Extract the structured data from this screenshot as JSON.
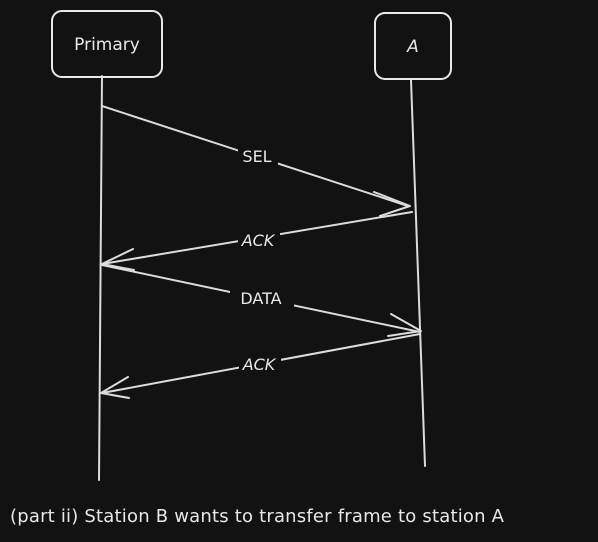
{
  "participants": {
    "primary": "Primary",
    "a": "A"
  },
  "messages": {
    "m1": "SEL",
    "m2": "ACK",
    "m3": "DATA",
    "m4": "ACK"
  },
  "caption": "(part ii) Station B wants to transfer frame to station A",
  "colors": {
    "background": "#121212",
    "stroke": "#e0e0e0"
  }
}
